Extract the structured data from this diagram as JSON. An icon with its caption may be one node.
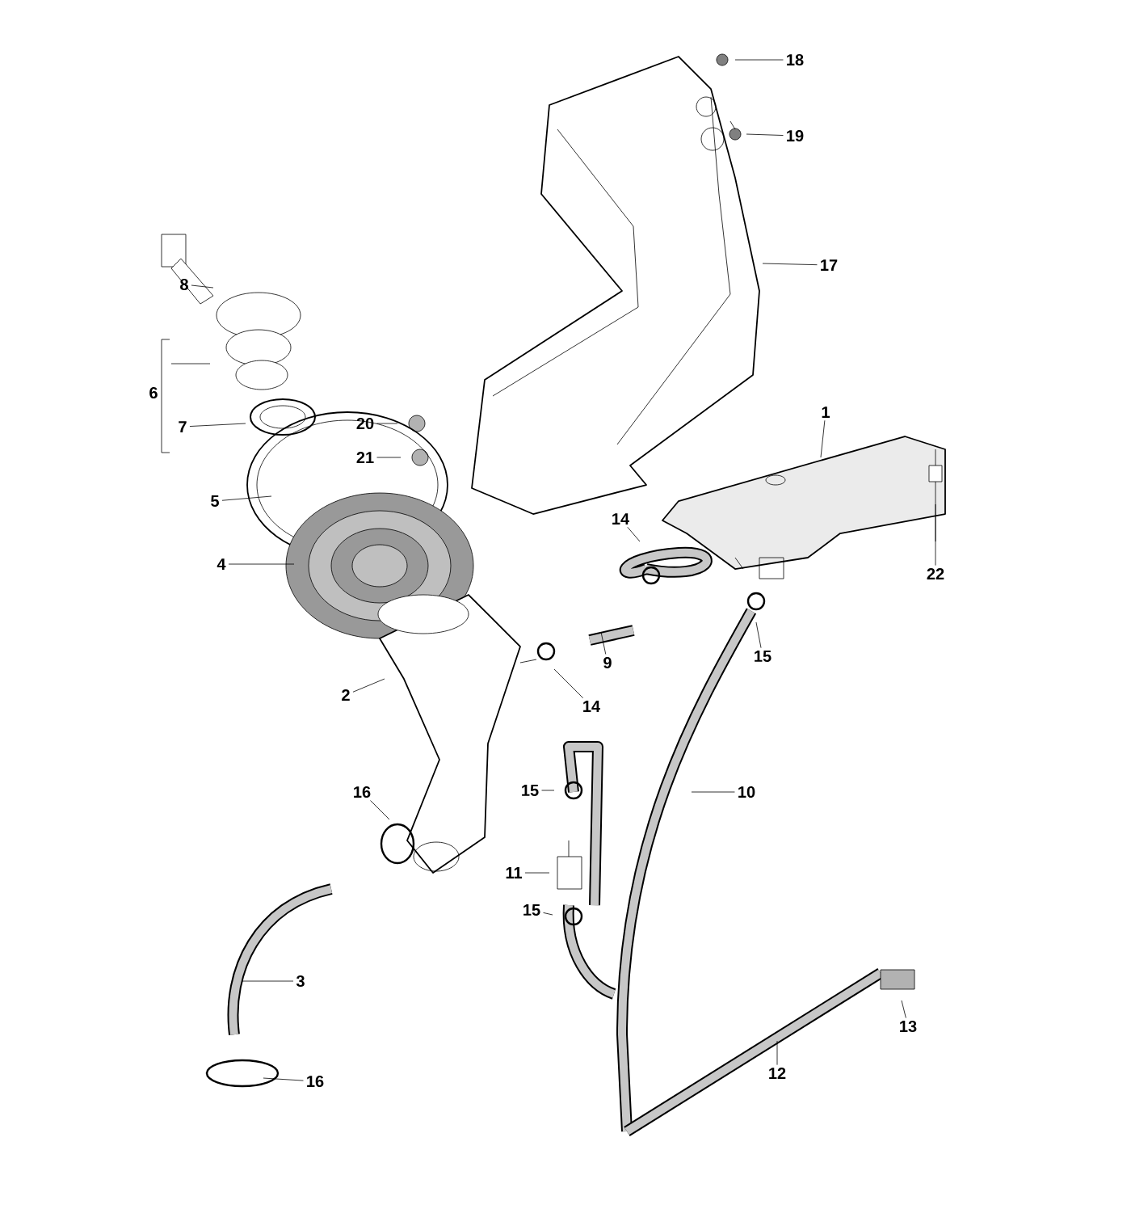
{
  "diagram": {
    "nodes": [
      {
        "text": [
          "18"
        ]
      },
      {
        "text": [
          "19"
        ]
      },
      {
        "text": [
          "17"
        ]
      },
      {
        "text": [
          "8"
        ]
      },
      {
        "text": [
          "6"
        ]
      },
      {
        "text": [
          "1"
        ]
      },
      {
        "text": [
          "7"
        ]
      },
      {
        "text": [
          "20"
        ]
      },
      {
        "text": [
          "21"
        ]
      },
      {
        "text": [
          "5"
        ]
      },
      {
        "text": [
          "14"
        ]
      },
      {
        "text": [
          "4"
        ]
      },
      {
        "text": [
          "22"
        ]
      },
      {
        "text": [
          "15"
        ]
      },
      {
        "text": [
          "9"
        ]
      },
      {
        "text": [
          "2"
        ]
      },
      {
        "text": [
          "14"
        ]
      },
      {
        "text": [
          "15"
        ]
      },
      {
        "text": [
          "10"
        ]
      },
      {
        "text": [
          "16"
        ]
      },
      {
        "text": [
          "11"
        ]
      },
      {
        "text": [
          "15"
        ]
      },
      {
        "text": [
          "3"
        ]
      },
      {
        "text": [
          "13"
        ]
      },
      {
        "text": [
          "12"
        ]
      },
      {
        "text": [
          "16"
        ]
      }
    ],
    "edges": [
      {
        "from": 0,
        "to": null,
        "arrow": "none"
      },
      {
        "from": 1,
        "to": null,
        "arrow": "none"
      },
      {
        "from": 2,
        "to": null,
        "arrow": "none"
      },
      {
        "from": 3,
        "to": null,
        "arrow": "none"
      },
      {
        "from": 5,
        "to": null,
        "arrow": "none"
      },
      {
        "from": 6,
        "to": null,
        "arrow": "none"
      },
      {
        "from": 7,
        "to": null,
        "arrow": "none"
      },
      {
        "from": 8,
        "to": null,
        "arrow": "none"
      },
      {
        "from": 9,
        "to": null,
        "arrow": "none"
      },
      {
        "from": 10,
        "to": null,
        "arrow": "none"
      },
      {
        "from": 11,
        "to": null,
        "arrow": "none"
      },
      {
        "from": 12,
        "to": null,
        "arrow": "none"
      },
      {
        "from": 13,
        "to": null,
        "arrow": "none"
      },
      {
        "from": 14,
        "to": null,
        "arrow": "none"
      },
      {
        "from": 15,
        "to": null,
        "arrow": "none"
      },
      {
        "from": 16,
        "to": null,
        "arrow": "none"
      },
      {
        "from": 17,
        "to": null,
        "arrow": "none"
      },
      {
        "from": 18,
        "to": null,
        "arrow": "none"
      },
      {
        "from": 19,
        "to": null,
        "arrow": "none"
      },
      {
        "from": 20,
        "to": null,
        "arrow": "none"
      },
      {
        "from": 21,
        "to": null,
        "arrow": "none"
      },
      {
        "from": 22,
        "to": null,
        "arrow": "none"
      },
      {
        "from": 23,
        "to": null,
        "arrow": "none"
      },
      {
        "from": 24,
        "to": null,
        "arrow": "none"
      },
      {
        "from": 25,
        "to": null,
        "arrow": "none"
      }
    ]
  }
}
